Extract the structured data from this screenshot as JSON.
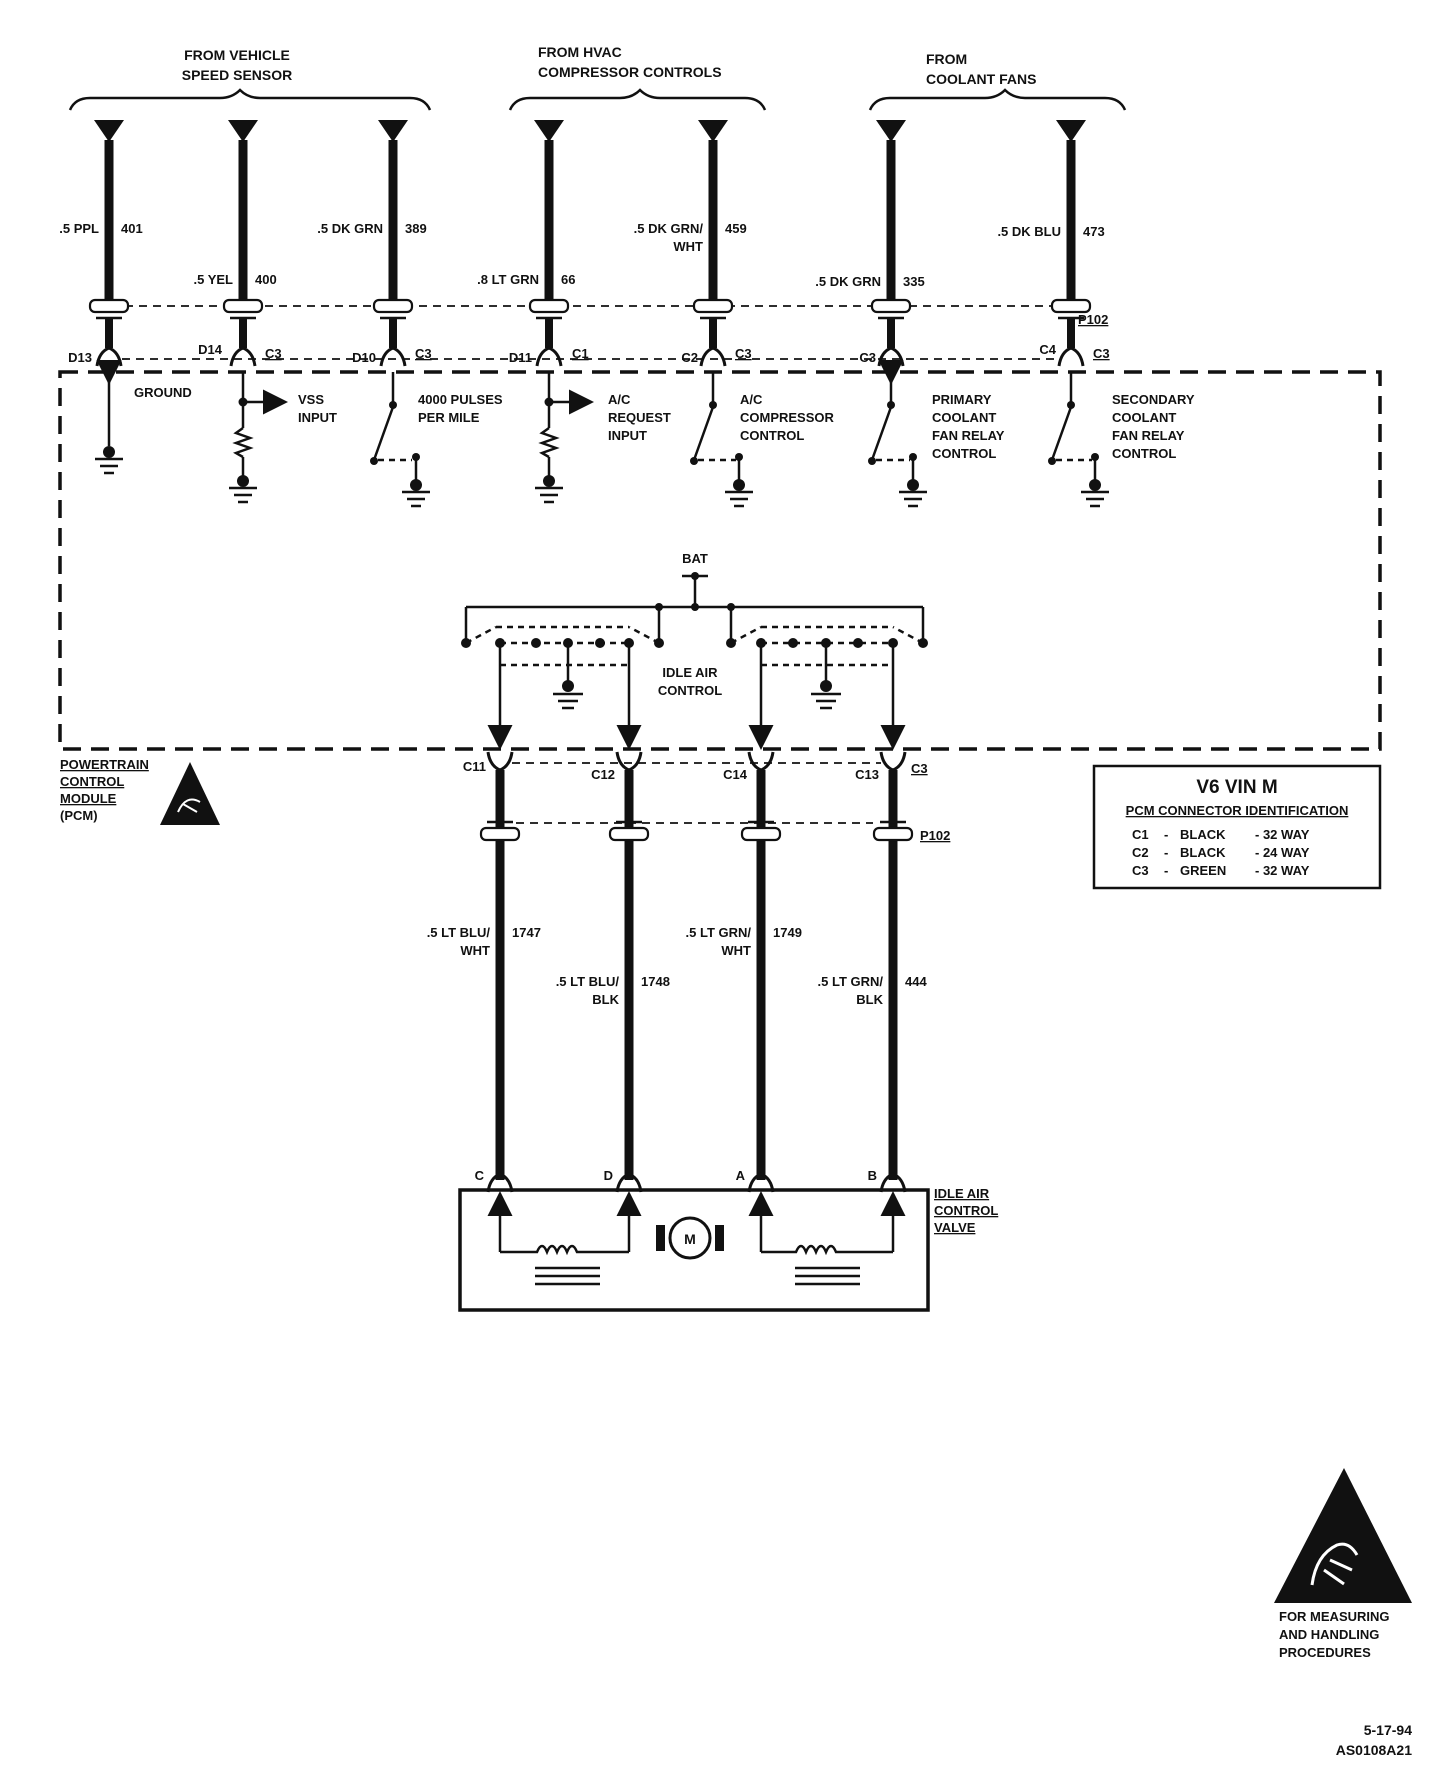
{
  "groups": {
    "vss": [
      "FROM VEHICLE",
      "SPEED SENSOR"
    ],
    "hvac": [
      "FROM HVAC",
      "COMPRESSOR CONTROLS"
    ],
    "fans": [
      "FROM",
      "COOLANT FANS"
    ]
  },
  "top_wires": [
    {
      "gauge": ".5 PPL",
      "circuit": "401",
      "pin": "D13",
      "conn": ""
    },
    {
      "gauge": ".5 YEL",
      "circuit": "400",
      "pin": "D14",
      "conn": "C3"
    },
    {
      "gauge": ".5 DK GRN",
      "circuit": "389",
      "pin": "D10",
      "conn": "C3"
    },
    {
      "gauge": ".8 LT GRN",
      "circuit": "66",
      "pin": "D11",
      "conn": "C1"
    },
    {
      "gauge": ".5 DK GRN/",
      "gauge2": "WHT",
      "circuit": "459",
      "pin": "C2",
      "conn": "C3"
    },
    {
      "gauge": ".5 DK GRN",
      "circuit": "335",
      "pin": "C3",
      "conn": ""
    },
    {
      "gauge": ".5 DK BLU",
      "circuit": "473",
      "pin": "C4",
      "conn": "C3"
    }
  ],
  "connector_top": "P102",
  "inputs": {
    "ground": "GROUND",
    "vss": [
      "VSS",
      "INPUT"
    ],
    "pulses": [
      "4000 PULSES",
      "PER MILE"
    ],
    "ac_request": [
      "A/C",
      "REQUEST",
      "INPUT"
    ],
    "ac_compressor": [
      "A/C",
      "COMPRESSOR",
      "CONTROL"
    ],
    "primary_fan": [
      "PRIMARY",
      "COOLANT",
      "FAN RELAY",
      "CONTROL"
    ],
    "secondary_fan": [
      "SECONDARY",
      "COOLANT",
      "FAN RELAY",
      "CONTROL"
    ]
  },
  "bat": "BAT",
  "iac_label": [
    "IDLE AIR",
    "CONTROL"
  ],
  "pcm_label": [
    "POWERTRAIN",
    "CONTROL",
    "MODULE",
    "(PCM)"
  ],
  "bottom_pins": [
    {
      "pin": "C11",
      "conn": ""
    },
    {
      "pin": "C12",
      "conn": ""
    },
    {
      "pin": "C14",
      "conn": ""
    },
    {
      "pin": "C13",
      "conn": "C3"
    }
  ],
  "connector_bottom": "P102",
  "bottom_wires": [
    {
      "gauge": ".5 LT BLU/",
      "gauge2": "WHT",
      "circuit": "1747"
    },
    {
      "gauge": ".5 LT BLU/",
      "gauge2": "BLK",
      "circuit": "1748"
    },
    {
      "gauge": ".5 LT GRN/",
      "gauge2": "WHT",
      "circuit": "1749"
    },
    {
      "gauge": ".5 LT GRN/",
      "gauge2": "BLK",
      "circuit": "444"
    }
  ],
  "valve_pins": [
    "C",
    "D",
    "A",
    "B"
  ],
  "valve_label": [
    "IDLE AIR",
    "CONTROL",
    "VALVE"
  ],
  "motor": "M",
  "id_box": {
    "title": "V6 VIN M",
    "subtitle": "PCM CONNECTOR IDENTIFICATION",
    "rows": [
      {
        "conn": "C1",
        "sep": "-",
        "color": "BLACK",
        "way": "- 32 WAY"
      },
      {
        "conn": "C2",
        "sep": "-",
        "color": "BLACK",
        "way": "- 24 WAY"
      },
      {
        "conn": "C3",
        "sep": "-",
        "color": "GREEN",
        "way": "- 32 WAY"
      }
    ]
  },
  "esd_note": [
    "FOR MEASURING",
    "AND HANDLING",
    "PROCEDURES"
  ],
  "date": "5-17-94",
  "doc_id": "AS0108A21"
}
